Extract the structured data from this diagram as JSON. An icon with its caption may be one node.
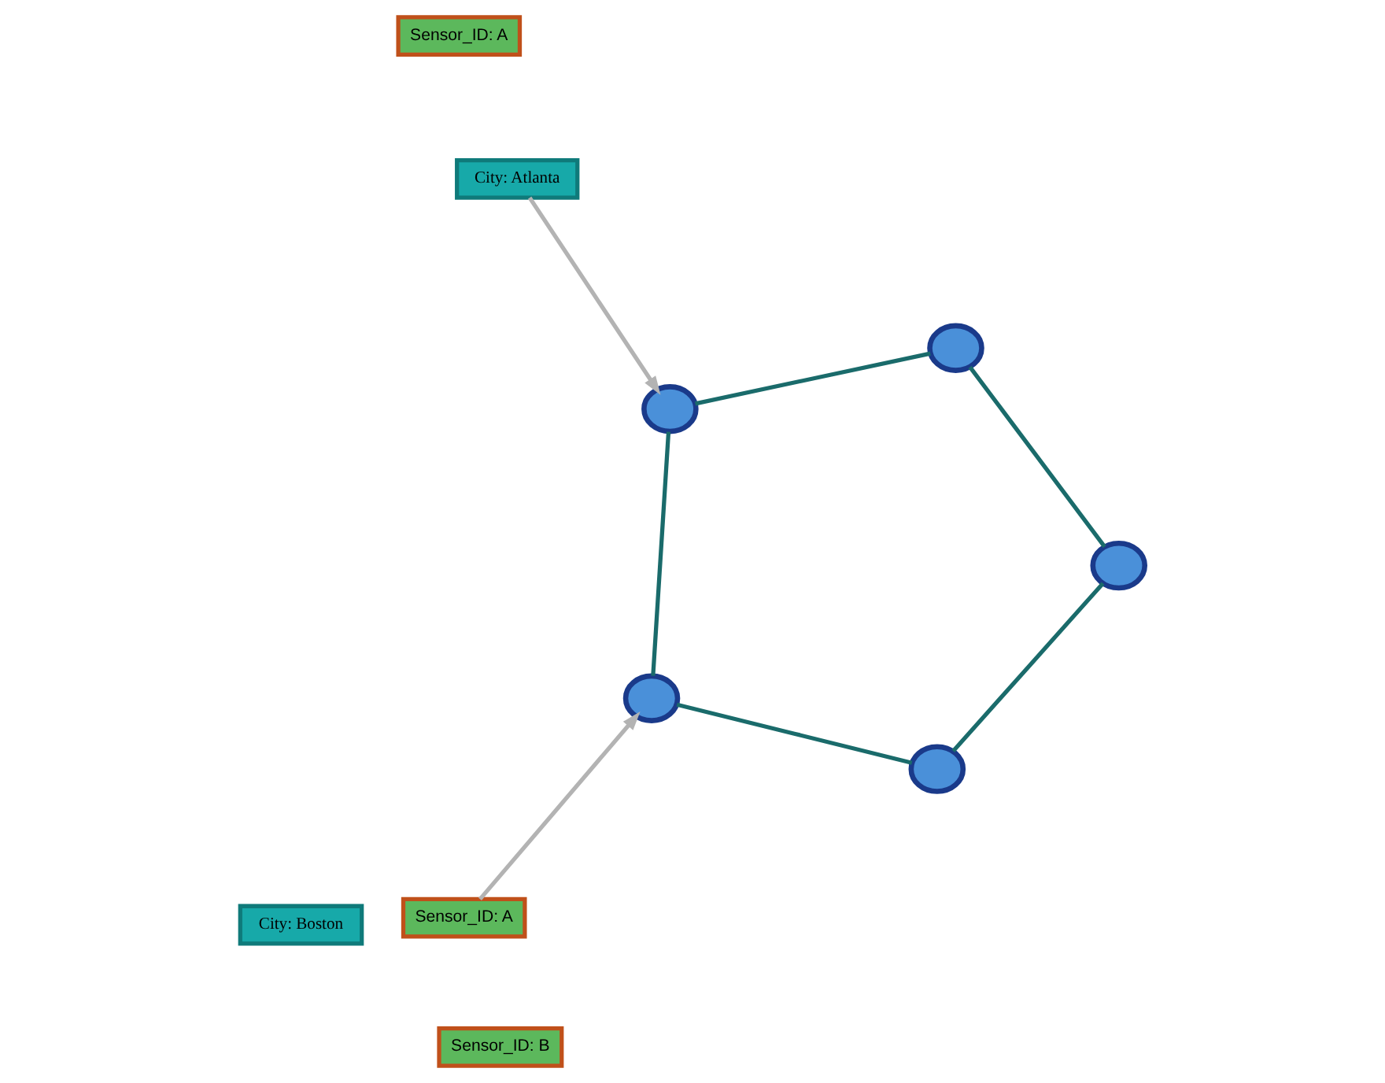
{
  "diagram": {
    "nodes": [
      {
        "text": [
          "City: Boston"
        ]
      },
      {
        "text": [
          "Sensor_ID: A"
        ]
      },
      {
        "text": [
          "Sensor_ID: B"
        ]
      },
      {
        "text": [
          "City: Atlanta"
        ]
      },
      {
        "text": [
          "Sensor_ID: A"
        ]
      },
      {
        "text": [],
        "shape": "circle"
      },
      {
        "text": [],
        "shape": "circle"
      },
      {
        "text": [],
        "shape": "circle"
      },
      {
        "text": [],
        "shape": "circle"
      },
      {
        "text": [],
        "shape": "circle"
      }
    ],
    "edges": [
      {
        "from": 1,
        "to": 5,
        "arrow": "to",
        "color": "#b3b3b3"
      },
      {
        "from": 3,
        "to": 6,
        "arrow": "to",
        "color": "#b3b3b3"
      },
      {
        "from": 5,
        "to": 7,
        "arrow": "none"
      },
      {
        "from": 7,
        "to": 9,
        "arrow": "none"
      },
      {
        "from": 9,
        "to": 8,
        "arrow": "none"
      },
      {
        "from": 8,
        "to": 6,
        "arrow": "none"
      },
      {
        "from": 6,
        "to": 5,
        "arrow": "none"
      }
    ]
  }
}
